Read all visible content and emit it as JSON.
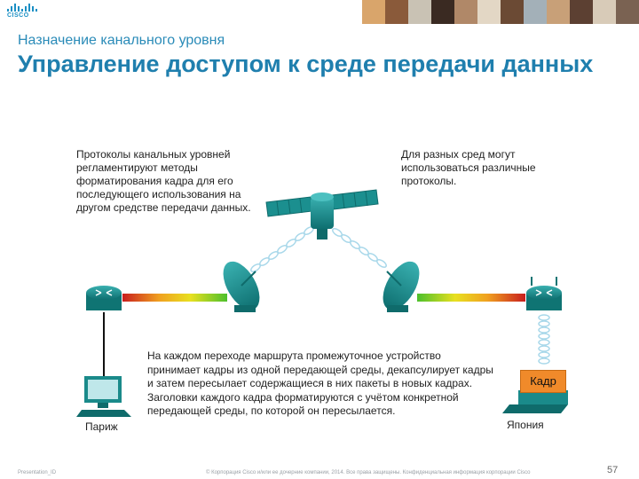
{
  "logo_text": "CISCO",
  "header_subtitle": "Назначение канального уровня",
  "header_title": "Управление доступом к среде передачи данных",
  "notes": {
    "left": "Протоколы канальных уровней регламентируют методы форматирования кадра для его последующего использования на другом средстве передачи данных.",
    "right": "Для разных сред могут использоваться различные протоколы.",
    "bottom": "На каждом переходе маршрута промежуточное устройство принимает кадры из одной передающей среды, декапсулирует кадры и затем пересылает содержащиеся в них пакеты в новых кадрах. Заголовки каждого кадра форматируются с учётом конкретной передающей среды, по которой он пересылается."
  },
  "locations": {
    "paris": "Париж",
    "japan": "Япония"
  },
  "frame_label": "Кадр",
  "footer": {
    "left": "Presentation_ID",
    "center": "© Корпорация Cisco и/или ее дочерние компании, 2014. Все права защищены. Конфиденциальная информация корпорации Cisco",
    "page": "57"
  },
  "colors": {
    "accent": "#1f7fae",
    "device": "#1a8a8a",
    "frame": "#f08a2a",
    "rainbow": [
      "#c81e1e",
      "#f0a020",
      "#e8e020",
      "#4cc02c"
    ]
  },
  "icons": [
    "router-icon",
    "satellite-icon",
    "satellite-dish-icon",
    "pc-icon",
    "laptop-icon",
    "wireless-signal-icon",
    "cisco-logo-icon"
  ]
}
